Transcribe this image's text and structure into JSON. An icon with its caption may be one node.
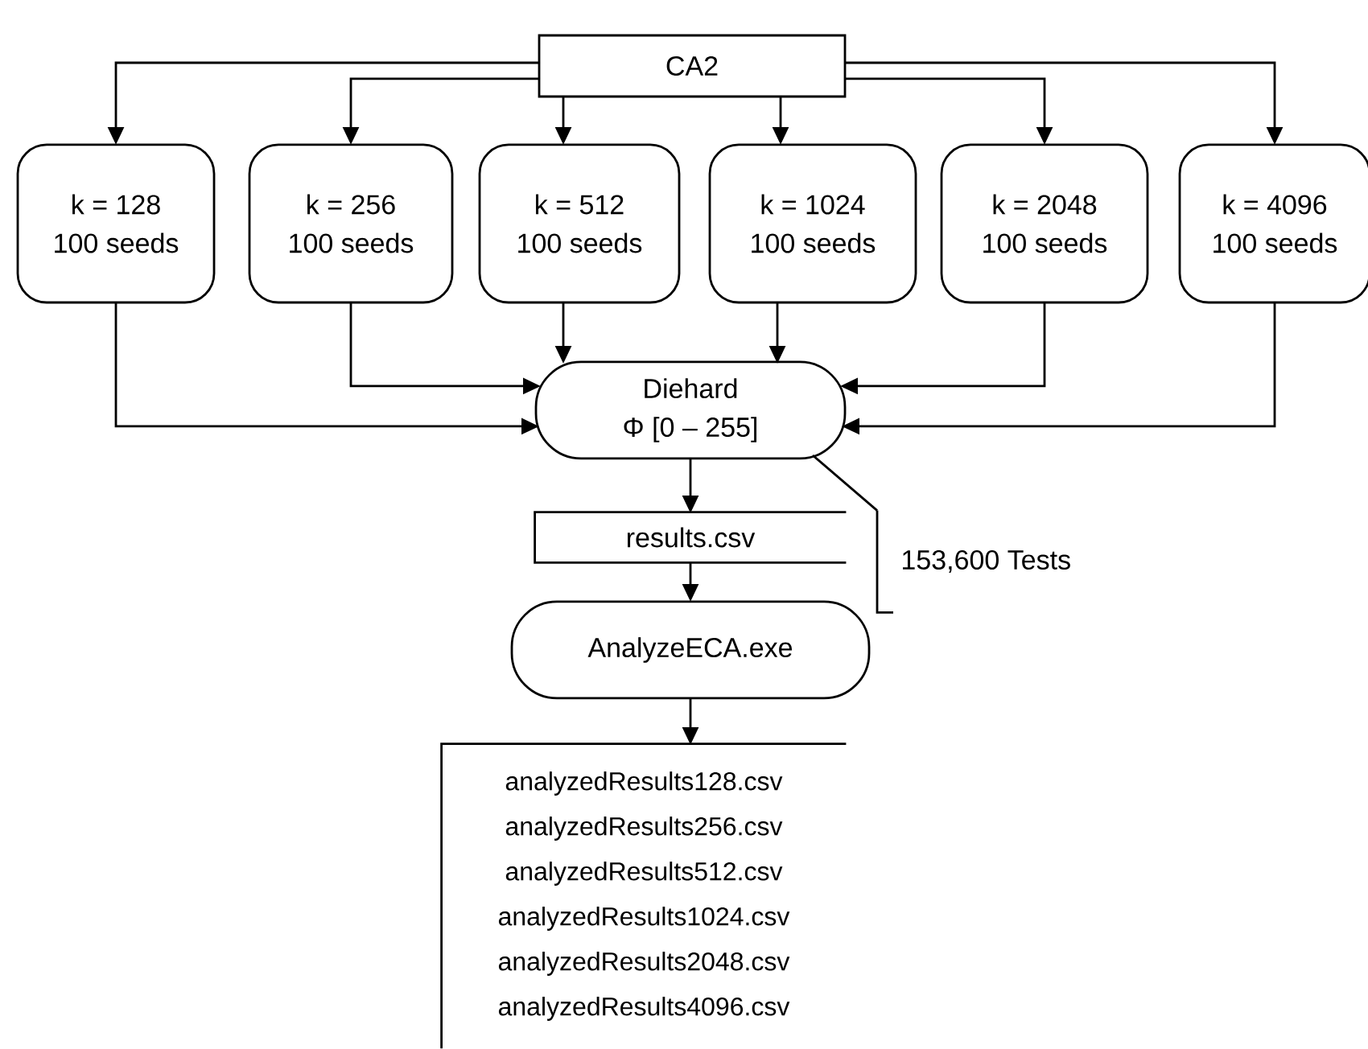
{
  "diagram": {
    "nodes": [
      {
        "text": [
          "CA2"
        ]
      },
      {
        "text": [
          "k = 128",
          "100 seeds"
        ]
      },
      {
        "text": [
          "k = 256",
          "100 seeds"
        ]
      },
      {
        "text": [
          "k = 512",
          "100 seeds"
        ]
      },
      {
        "text": [
          "k = 1024",
          "100 seeds"
        ]
      },
      {
        "text": [
          "k = 2048",
          "100 seeds"
        ]
      },
      {
        "text": [
          "k = 4096",
          "100 seeds"
        ]
      },
      {
        "text": [
          "Diehard",
          "Φ [0 – 255]"
        ]
      },
      {
        "text": [
          "results.csv"
        ]
      },
      {
        "text": [
          "AnalyzeECA.exe"
        ]
      },
      {
        "text": [
          "analyzedResults128.csv",
          "analyzedResults256.csv",
          "analyzedResults512.csv",
          "analyzedResults1024.csv",
          "analyzedResults2048.csv",
          "analyzedResults4096.csv"
        ]
      },
      {
        "text": [
          "153,600 Tests"
        ]
      }
    ],
    "edges": [
      {
        "from": 0,
        "to": 1,
        "arrow": "to"
      },
      {
        "from": 0,
        "to": 2,
        "arrow": "to"
      },
      {
        "from": 0,
        "to": 3,
        "arrow": "to"
      },
      {
        "from": 0,
        "to": 4,
        "arrow": "to"
      },
      {
        "from": 0,
        "to": 5,
        "arrow": "to"
      },
      {
        "from": 0,
        "to": 6,
        "arrow": "to"
      },
      {
        "from": 1,
        "to": 7,
        "arrow": "to"
      },
      {
        "from": 2,
        "to": 7,
        "arrow": "to"
      },
      {
        "from": 3,
        "to": 7,
        "arrow": "to"
      },
      {
        "from": 4,
        "to": 7,
        "arrow": "to"
      },
      {
        "from": 5,
        "to": 7,
        "arrow": "to"
      },
      {
        "from": 6,
        "to": 7,
        "arrow": "to"
      },
      {
        "from": 7,
        "to": 8,
        "arrow": "to"
      },
      {
        "from": 8,
        "to": 9,
        "arrow": "to"
      },
      {
        "from": 9,
        "to": 10,
        "arrow": "to"
      },
      {
        "from": 11,
        "to": 7,
        "arrow": "none"
      }
    ]
  }
}
